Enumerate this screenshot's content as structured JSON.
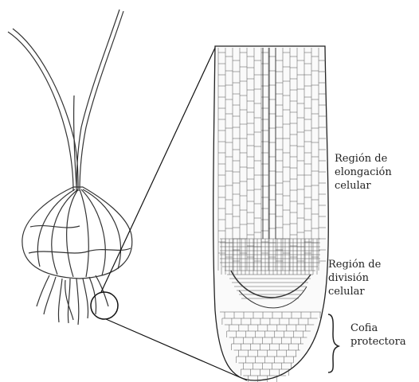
{
  "labels": {
    "elongation": [
      "Región de",
      "elongación",
      "celular"
    ],
    "division": [
      "Región de",
      "división",
      "celular"
    ],
    "cap": [
      "Cofia",
      "protectora"
    ]
  }
}
